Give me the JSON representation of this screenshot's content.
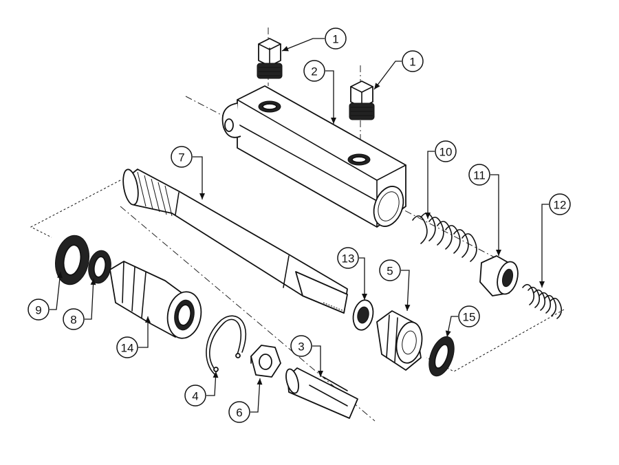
{
  "callouts": [
    {
      "id": "c1a",
      "number": "1"
    },
    {
      "id": "c1b",
      "number": "1"
    },
    {
      "id": "c2",
      "number": "2"
    },
    {
      "id": "c3",
      "number": "3"
    },
    {
      "id": "c4",
      "number": "4"
    },
    {
      "id": "c5",
      "number": "5"
    },
    {
      "id": "c6",
      "number": "6"
    },
    {
      "id": "c7",
      "number": "7"
    },
    {
      "id": "c8",
      "number": "8"
    },
    {
      "id": "c9",
      "number": "9"
    },
    {
      "id": "c10",
      "number": "10"
    },
    {
      "id": "c11",
      "number": "11"
    },
    {
      "id": "c12",
      "number": "12"
    },
    {
      "id": "c13",
      "number": "13"
    },
    {
      "id": "c14",
      "number": "14"
    },
    {
      "id": "c15",
      "number": "15"
    }
  ]
}
